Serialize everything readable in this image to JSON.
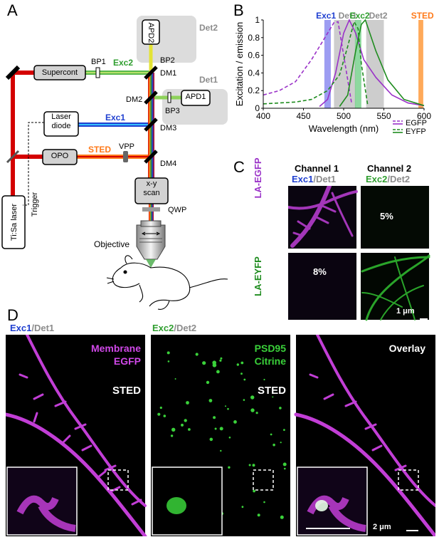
{
  "panel_labels": {
    "a": "A",
    "b": "B",
    "c": "C",
    "d": "D"
  },
  "panel_a": {
    "boxes": {
      "supercont": "Supercont",
      "laser_diode_1": "Laser",
      "laser_diode_2": "diode",
      "opo": "OPO",
      "tisa": "Ti:Sa laser",
      "apd1": "APD1",
      "apd2": "APD2",
      "xy_1": "x-y",
      "xy_2": "scan"
    },
    "labels": {
      "bp1": "BP1",
      "bp2": "BP2",
      "bp3": "BP3",
      "dm1": "DM1",
      "dm2": "DM2",
      "dm3": "DM3",
      "dm4": "DM4",
      "exc1": "Exc1",
      "exc2": "Exc2",
      "sted": "STED",
      "vpp": "VPP",
      "qwp": "QWP",
      "objective": "Objective",
      "trigger": "Trigger",
      "det1": "Det1",
      "det2": "Det2"
    },
    "colors": {
      "exc1": "#1f3fd0",
      "exc2": "#2e9e2e",
      "sted": "#ff7a1a",
      "red": "#d40000",
      "det": "#8c8c8c"
    }
  },
  "panel_b": {
    "chart_data": {
      "type": "line",
      "xlabel": "Wavelength (nm)",
      "ylabel": "Excitation / emission",
      "xlim": [
        400,
        600
      ],
      "ylim": [
        0,
        1
      ],
      "x_ticks": [
        "400",
        "450",
        "500",
        "550",
        "600"
      ],
      "y_ticks": [
        "0",
        "0.2",
        "0.4",
        "0.6",
        "0.8",
        "1"
      ],
      "bands": [
        {
          "name": "Exc1",
          "x0": 476,
          "x1": 484,
          "color": "#8c8cf0"
        },
        {
          "name": "Det1",
          "x0": 488,
          "x1": 515,
          "color": "#c4c4c4"
        },
        {
          "name": "Exc2",
          "x0": 514,
          "x1": 522,
          "color": "#7ad18e"
        },
        {
          "name": "Det2",
          "x0": 528,
          "x1": 550,
          "color": "#c4c4c4"
        },
        {
          "name": "STED",
          "x0": 593,
          "x1": 599,
          "color": "#ff9a3c"
        }
      ],
      "band_labels": [
        "Exc1",
        "Det1",
        "Exc2",
        "Det2",
        "STED"
      ],
      "band_label_colors": [
        "#1f3fd0",
        "#8c8c8c",
        "#2e9e2e",
        "#8c8c8c",
        "#ff7a1a"
      ],
      "legend": [
        "EGFP",
        "EYFP"
      ],
      "series": [
        {
          "name": "EGFP",
          "kind": "excitation",
          "style": "dashed",
          "color": "#9a32c8",
          "x": [
            400,
            420,
            440,
            460,
            470,
            480,
            488,
            493,
            500,
            510
          ],
          "y": [
            0.15,
            0.2,
            0.3,
            0.55,
            0.7,
            0.85,
            0.97,
            0.98,
            0.6,
            0.05
          ]
        },
        {
          "name": "EGFP",
          "kind": "emission",
          "style": "solid",
          "color": "#9a32c8",
          "x": [
            470,
            480,
            490,
            500,
            507,
            515,
            525,
            540,
            560,
            580,
            600
          ],
          "y": [
            0.02,
            0.1,
            0.4,
            0.85,
            1.0,
            0.85,
            0.55,
            0.35,
            0.15,
            0.06,
            0.03
          ]
        },
        {
          "name": "EYFP",
          "kind": "excitation",
          "style": "dashed",
          "color": "#1e8c1e",
          "x": [
            400,
            440,
            460,
            480,
            495,
            505,
            513,
            518,
            522,
            530
          ],
          "y": [
            0.05,
            0.07,
            0.1,
            0.2,
            0.38,
            0.7,
            0.98,
            0.9,
            0.5,
            0.03
          ]
        },
        {
          "name": "EYFP",
          "kind": "emission",
          "style": "solid",
          "color": "#1e8c1e",
          "x": [
            495,
            505,
            515,
            522,
            527,
            540,
            555,
            575,
            600
          ],
          "y": [
            0.02,
            0.15,
            0.65,
            0.95,
            1.0,
            0.65,
            0.32,
            0.1,
            0.03
          ]
        }
      ]
    }
  },
  "panel_c": {
    "col1_title": "Channel 1",
    "col2_title": "Channel 2",
    "col1_sub_exc": "Exc1",
    "col1_sub_det": "/Det1",
    "col2_sub_exc": "Exc2",
    "col2_sub_det": "/Det2",
    "row1_label": "LA-EGFP",
    "row2_label": "LA-EYFP",
    "crosstalk_top": "5%",
    "crosstalk_bottom": "8%",
    "scale": "1 μm"
  },
  "panel_d": {
    "head1_exc": "Exc1",
    "head1_det": "/Det1",
    "head2_exc": "Exc2",
    "head2_det": "/Det2",
    "img1_l1": "Membrane",
    "img1_l2": "EGFP",
    "img2_l1": "PSD95",
    "img2_l2": "Citrine",
    "img3_l1": "Overlay",
    "sted": "STED",
    "scale": "2 μm"
  }
}
